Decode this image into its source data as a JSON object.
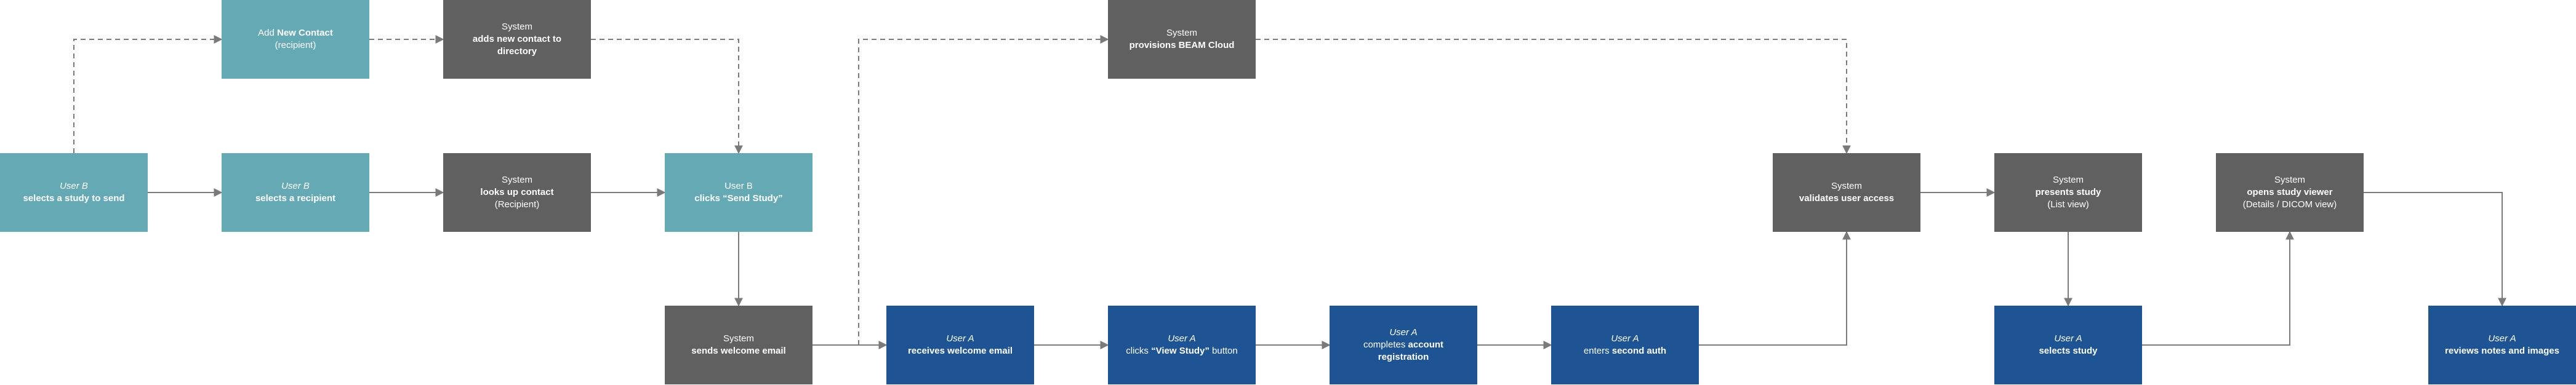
{
  "colors": {
    "teal": "#65a9b5",
    "gray": "#606060",
    "blue": "#1e5394",
    "edge": "#7a7a7a"
  },
  "nodes": {
    "user_b_select_study": {
      "l1": "User B",
      "l2": "selects a study to send"
    },
    "user_b_select_recipient": {
      "l1": "User B",
      "l2": "selects a recipient"
    },
    "add_new_contact": {
      "l1a": "Add ",
      "l1b": "New Contact",
      "l2": "(recipient)"
    },
    "system_adds_contact": {
      "l1": "System",
      "l2": "adds new contact to directory"
    },
    "system_looks_up": {
      "l1": "System",
      "l2": "looks up contact",
      "l3": "(Recipient)"
    },
    "user_b_send_study": {
      "l1": "User B",
      "l2": "clicks “Send Study”"
    },
    "system_welcome_email": {
      "l1": "System",
      "l2": "sends welcome email"
    },
    "system_beam_cloud": {
      "l1": "System",
      "l2": "provisions BEAM Cloud"
    },
    "user_a_receives_email": {
      "l1": "User A",
      "l2": "receives welcome email"
    },
    "user_a_view_study": {
      "l1": "User A",
      "l2a": "clicks ",
      "l2b": "“View Study”",
      "l2c": " button"
    },
    "user_a_registration": {
      "l1": "User A",
      "l2a": "completes ",
      "l2b": "account registration"
    },
    "user_a_second_auth": {
      "l1": "User A",
      "l2a": "enters ",
      "l2b": "second auth"
    },
    "system_validates": {
      "l1": "System",
      "l2": "validates user access"
    },
    "system_presents_study": {
      "l1": "System",
      "l2": "presents study",
      "l3": "(List view)"
    },
    "user_a_selects_study": {
      "l1": "User A",
      "l2": "selects study"
    },
    "system_opens_viewer": {
      "l1": "System",
      "l2": "opens study viewer",
      "l3": "(Details / DICOM view)"
    },
    "user_a_reviews": {
      "l1": "User A",
      "l2": "reviews notes and images"
    }
  }
}
